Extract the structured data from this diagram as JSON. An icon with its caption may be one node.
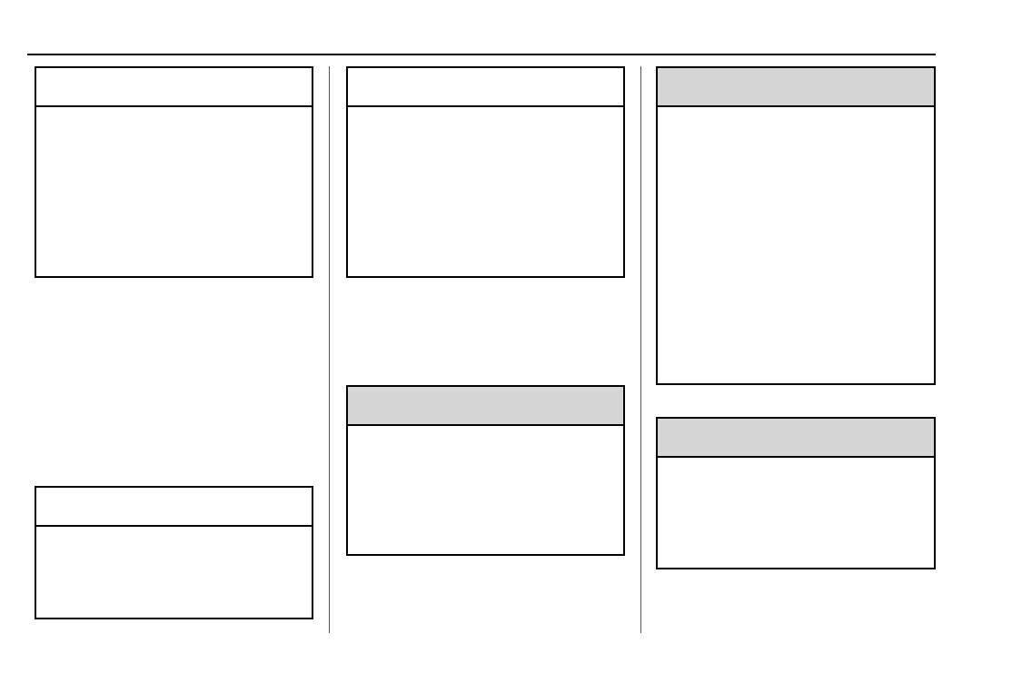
{
  "diagram": {
    "nodes": [
      {
        "text": [],
        "shape": "box"
      },
      {
        "text": [],
        "shape": "box"
      },
      {
        "text": [],
        "shape": "box"
      },
      {
        "text": [],
        "shape": "box"
      },
      {
        "text": [],
        "shape": "box"
      },
      {
        "text": [],
        "shape": "box"
      }
    ]
  }
}
